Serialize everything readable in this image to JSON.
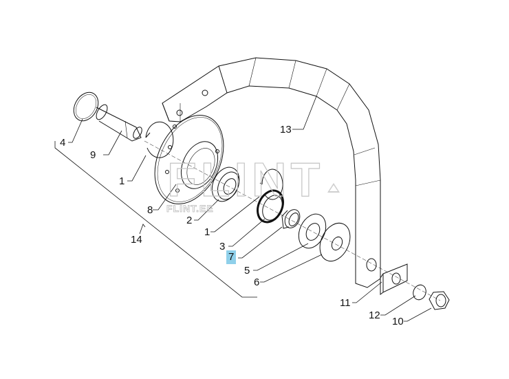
{
  "diagram": {
    "type": "exploded-parts-diagram",
    "subject": "Wheel hub assembly with curved arm",
    "highlight_color": "#8fd0ea",
    "line_color": "#111111",
    "watermark": {
      "large": "FLINT",
      "small": "FLINT.EE"
    },
    "callouts": [
      {
        "id": "c4",
        "label": "4",
        "part": "washer-disc"
      },
      {
        "id": "c9",
        "label": "9",
        "part": "pin"
      },
      {
        "id": "c1a",
        "label": "1",
        "part": "circlip"
      },
      {
        "id": "c8",
        "label": "8",
        "part": "hub-flange"
      },
      {
        "id": "c2",
        "label": "2",
        "part": "bearing"
      },
      {
        "id": "c1b",
        "label": "1",
        "part": "circlip"
      },
      {
        "id": "c14",
        "label": "14",
        "part": "hub-assembly"
      },
      {
        "id": "c3",
        "label": "3",
        "part": "seal-ring"
      },
      {
        "id": "c7",
        "label": "7",
        "part": "spacer-bushing",
        "highlighted": true
      },
      {
        "id": "c5",
        "label": "5",
        "part": "seal-cover"
      },
      {
        "id": "c6",
        "label": "6",
        "part": "washer"
      },
      {
        "id": "c13",
        "label": "13",
        "part": "curved-arm"
      },
      {
        "id": "c11",
        "label": "11",
        "part": "bracket-plate"
      },
      {
        "id": "c12",
        "label": "12",
        "part": "spring-washer"
      },
      {
        "id": "c10",
        "label": "10",
        "part": "hex-nut"
      }
    ]
  }
}
